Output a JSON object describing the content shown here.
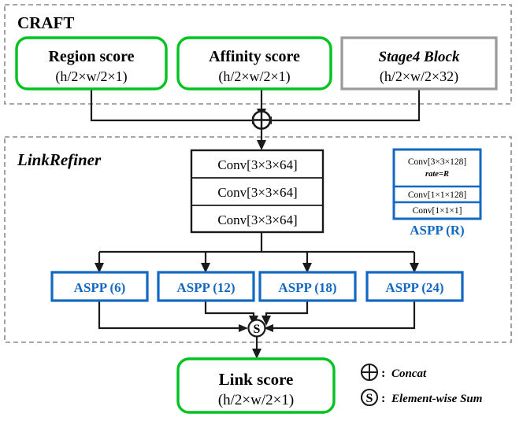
{
  "figure": {
    "title": "CRAFT + LinkRefiner architecture diagram",
    "colors": {
      "green": "#00c221",
      "blue": "#1268c3",
      "gray": "#9a9a9a",
      "line": "#1a1a1a",
      "dashed_group": "#8a8a8a"
    }
  },
  "groups": {
    "craft": {
      "label": "CRAFT"
    },
    "linkrefiner": {
      "label": "LinkRefiner"
    }
  },
  "craft_blocks": [
    {
      "name": "region-score",
      "title": "Region score",
      "shape": "(h/2×w/2×1)",
      "border": "green"
    },
    {
      "name": "affinity-score",
      "title": "Affinity score",
      "shape": "(h/2×w/2×1)",
      "border": "green"
    },
    {
      "name": "stage4-block",
      "title": "Stage4 Block",
      "shape": "(h/2×w/2×32)",
      "border": "gray"
    }
  ],
  "conv_stack": {
    "name": "conv-stack",
    "layers": [
      "Conv[3×3×64]",
      "Conv[3×3×64]",
      "Conv[3×3×64]"
    ]
  },
  "aspp_blocks": [
    {
      "label": "ASPP (6)"
    },
    {
      "label": "ASPP (12)"
    },
    {
      "label": "ASPP (18)"
    },
    {
      "label": "ASPP (24)"
    }
  ],
  "aspp_detail": {
    "caption": "ASPP (R)",
    "rows": [
      {
        "line1": "Conv[3×3×128]",
        "line2": "rate=R"
      },
      {
        "line1": "Conv[1×1×128]",
        "line2": ""
      },
      {
        "line1": "Conv[1×1×1]",
        "line2": ""
      }
    ]
  },
  "output_block": {
    "name": "link-score",
    "title": "Link score",
    "shape": "(h/2×w/2×1)",
    "border": "green"
  },
  "legend": [
    {
      "symbol": "⊕",
      "colon": ":",
      "text": "Concat"
    },
    {
      "symbol": "S",
      "colon": ":",
      "text": "Element-wise Sum"
    }
  ],
  "operators": {
    "concat": {
      "glyph": "⊕",
      "meaning": "Concat"
    },
    "sum": {
      "glyph": "S",
      "meaning": "Element-wise Sum"
    }
  }
}
